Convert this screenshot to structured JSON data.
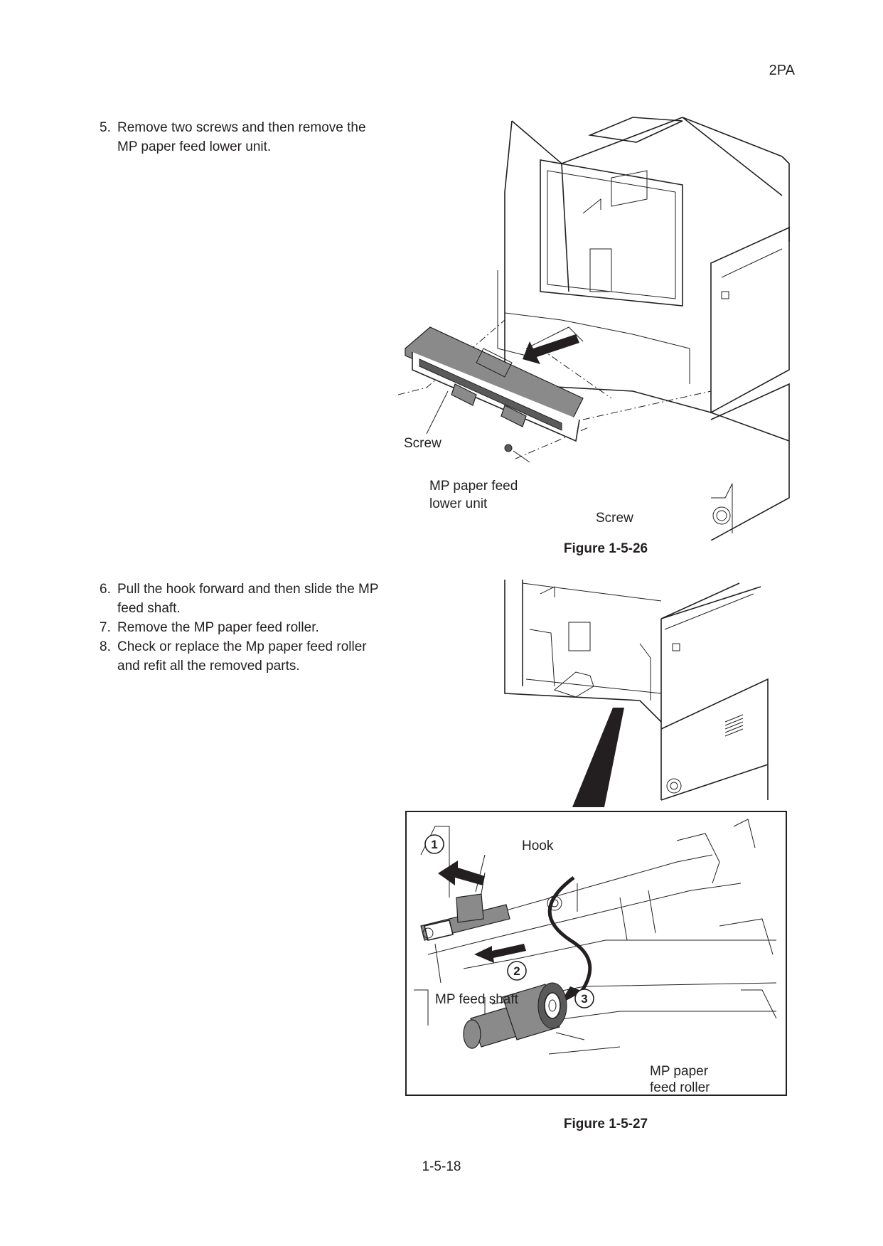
{
  "header": {
    "code": "2PA"
  },
  "steps_a": [
    {
      "num": "5.",
      "text": "Remove two screws and then remove the MP paper feed lower unit."
    }
  ],
  "figure_a": {
    "caption": "Figure 1-5-26",
    "labels": {
      "screw_left": "Screw",
      "unit_line1": "MP paper feed",
      "unit_line2": "lower unit",
      "screw_right": "Screw"
    }
  },
  "steps_b": [
    {
      "num": "6.",
      "text": "Pull the hook forward and then slide the MP feed shaft."
    },
    {
      "num": "7.",
      "text": "Remove the MP paper feed roller."
    },
    {
      "num": "8.",
      "text": "Check or replace the Mp paper feed roller and refit all the removed parts."
    }
  ],
  "figure_b": {
    "caption": "Figure 1-5-27",
    "labels": {
      "hook": "Hook",
      "shaft": "MP feed shaft",
      "roller_line1": "MP paper",
      "roller_line2": "feed roller"
    },
    "markers": [
      "1",
      "2",
      "3"
    ]
  },
  "footer": {
    "page": "1-5-18"
  }
}
